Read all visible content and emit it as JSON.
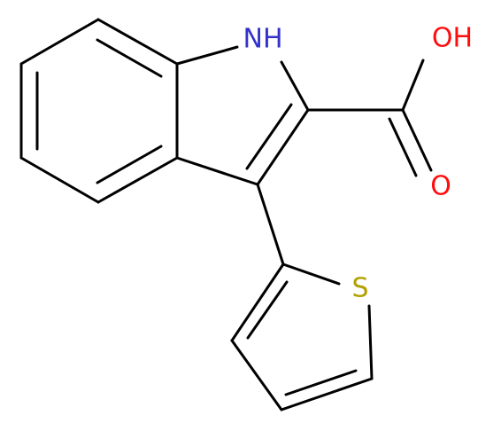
{
  "atoms": {
    "nh": "NH",
    "oh": "OH",
    "o": "O",
    "s": "S"
  },
  "colors": {
    "bond": "#000000",
    "nitrogen": "#3333cc",
    "oxygen": "#ff0d0d",
    "sulfur": "#b2a100"
  }
}
